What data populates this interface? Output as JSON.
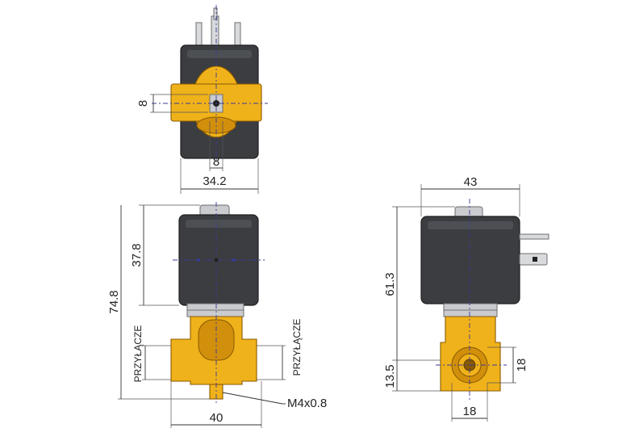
{
  "top_view": {
    "dim_height": "8",
    "dim_width": "8",
    "dim_body": "34.2"
  },
  "front_view": {
    "dim_coil_height": "37.8",
    "dim_total_height": "74.8",
    "label_ports_left": "PRZYŁĄCZE",
    "label_ports_right": "PRZYŁĄCZE",
    "dim_thread": "M4x0.8",
    "dim_port_width": "40"
  },
  "side_view": {
    "dim_width": "43",
    "dim_height": "61.3",
    "dim_port_height": "13.5",
    "dim_port_size_v": "18",
    "dim_port_size_h": "18"
  },
  "colors": {
    "coil": "#3b3d40",
    "brass": "#f0b21a",
    "steel": "#c9cbce",
    "centerline": "#3a3a9a"
  }
}
